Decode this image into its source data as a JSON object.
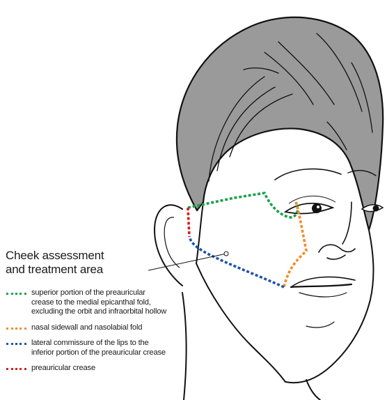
{
  "title_lines": [
    "Cheek assessment",
    "and treatment area"
  ],
  "legend": [
    {
      "color": "#17a34a",
      "lines": [
        "superior portion of the preauricular",
        "crease to the medial epicanthal fold,",
        "excluding the orbit and infraorbital hollow"
      ]
    },
    {
      "color": "#f28c28",
      "lines": [
        "nasal sidewall and nasolabial fold"
      ]
    },
    {
      "color": "#1f55a6",
      "lines": [
        "lateral commissure of the lips to the",
        "inferior portion of the preauricular crease"
      ]
    },
    {
      "color": "#d42020",
      "lines": [
        "preauricular crease"
      ]
    }
  ]
}
